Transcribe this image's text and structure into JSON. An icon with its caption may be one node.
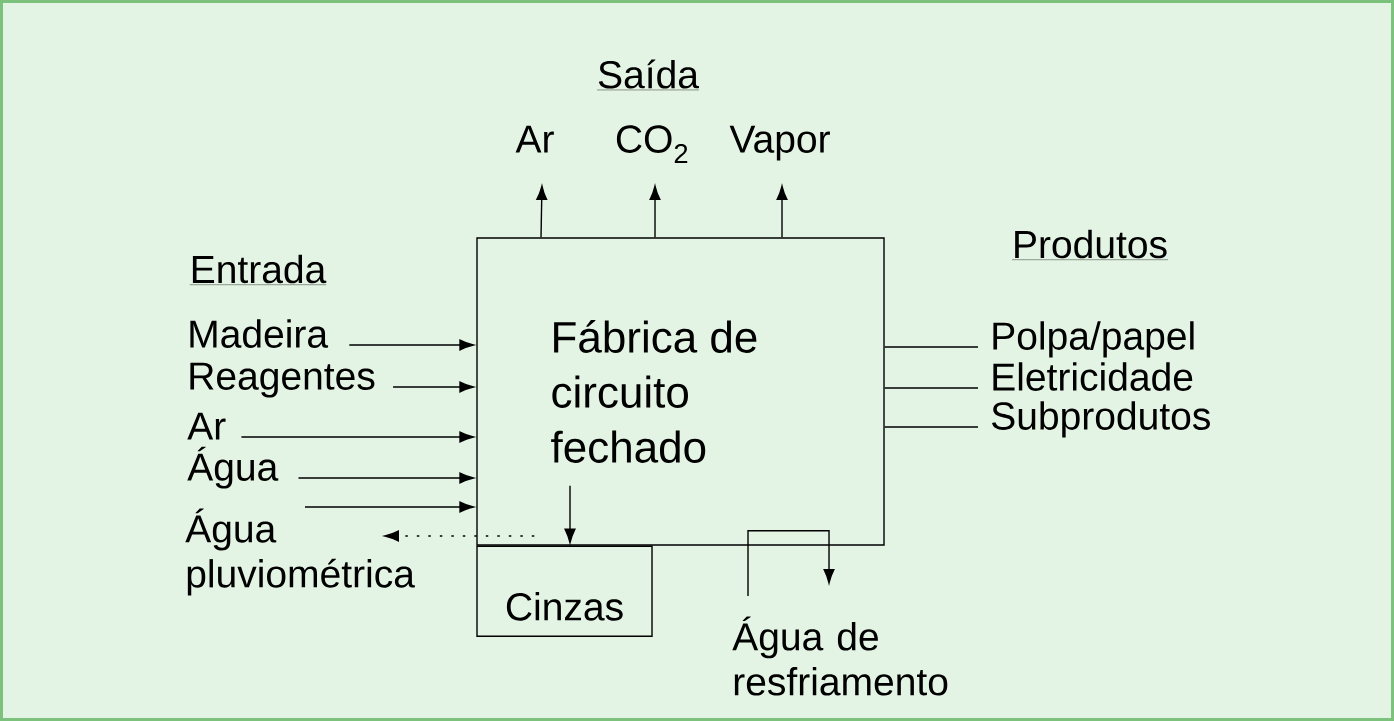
{
  "diagram": {
    "nodes": [
      {
        "text": [
          "Fábrica de circuito fechado"
        ]
      },
      {
        "text": [
          "Madeira"
        ]
      },
      {
        "text": [
          "Reagentes"
        ]
      },
      {
        "text": [
          "Ar"
        ]
      },
      {
        "text": [
          "Água"
        ]
      },
      {
        "text": [
          "Água pluviométrica"
        ]
      },
      {
        "text": [
          "Ar"
        ]
      },
      {
        "text": [
          "CO$_{2}$"
        ]
      },
      {
        "text": [
          "Vapor"
        ]
      },
      {
        "text": [
          "Polpa/papel"
        ]
      },
      {
        "text": [
          "Eletricidade"
        ]
      },
      {
        "text": [
          "Subprodutos"
        ]
      },
      {
        "text": [
          "Cinzas"
        ]
      },
      {
        "text": [
          "Água de resfriamento"
        ]
      }
    ],
    "edges": [
      {
        "from": 1,
        "to": 0,
        "arrow": "to"
      },
      {
        "from": 2,
        "to": 0,
        "arrow": "to"
      },
      {
        "from": 3,
        "to": 0,
        "arrow": "to"
      },
      {
        "from": 4,
        "to": 0,
        "arrow": "to"
      },
      {
        "from": 5,
        "to": 0,
        "arrow": "to"
      },
      {
        "from": 0,
        "to": 5,
        "arrow": "to",
        "style": "dashed"
      },
      {
        "from": 0,
        "to": 6,
        "arrow": "to"
      },
      {
        "from": 0,
        "to": 7,
        "arrow": "to"
      },
      {
        "from": 0,
        "to": 8,
        "arrow": "to"
      },
      {
        "from": 0,
        "to": 9,
        "arrow": "none"
      },
      {
        "from": 0,
        "to": 10,
        "arrow": "none"
      },
      {
        "from": 0,
        "to": 11,
        "arrow": "none"
      },
      {
        "from": 0,
        "to": 12,
        "arrow": "to"
      },
      {
        "from": 13,
        "to": 0,
        "arrow": "none"
      },
      {
        "from": 0,
        "to": 13,
        "arrow": "to"
      }
    ],
    "labels": [
      "Saída",
      "Entrada",
      "Produtos"
    ]
  }
}
